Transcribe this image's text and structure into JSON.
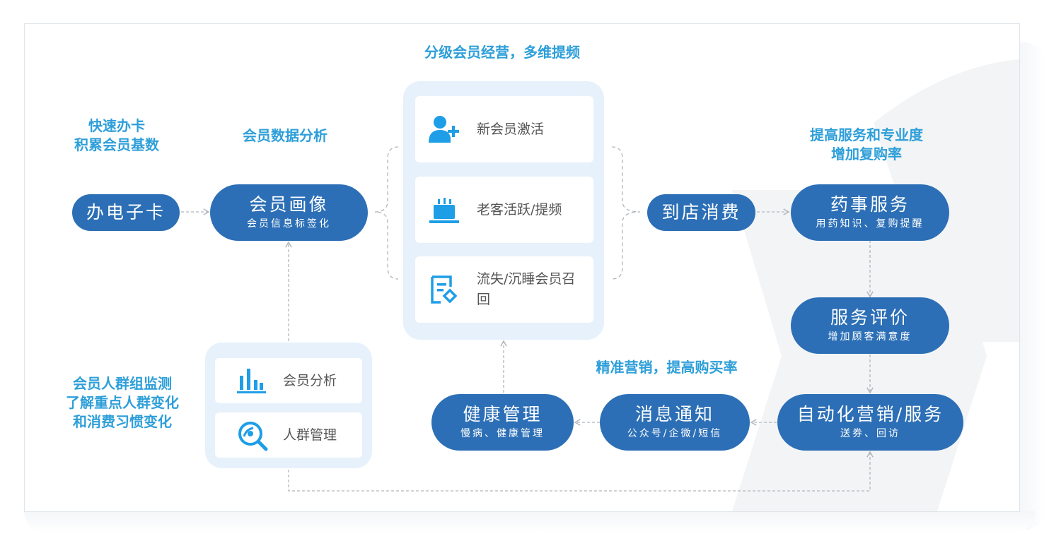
{
  "captions": {
    "quick_card": [
      "快速办卡",
      "积累会员基数"
    ],
    "member_analysis": "会员数据分析",
    "tiered": "分级会员经营，多维提频",
    "improve": [
      "提高服务和专业度",
      "增加复购率"
    ],
    "precise": "精准营销，提高购买率",
    "monitor": [
      "会员人群组监测",
      "了解重点人群变化",
      "和消费习惯变化"
    ]
  },
  "nodes": {
    "e_card": {
      "title": "办电子卡"
    },
    "profile": {
      "title": "会员画像",
      "sub": "会员信息标签化"
    },
    "in_store": {
      "title": "到店消费"
    },
    "pharmacy": {
      "title": "药事服务",
      "sub": "用药知识、复购提醒"
    },
    "review": {
      "title": "服务评价",
      "sub": "增加顾客满意度"
    },
    "automation": {
      "title": "自动化营销/服务",
      "sub": "送券、回访"
    },
    "notify": {
      "title": "消息通知",
      "sub": "公众号/企微/短信"
    },
    "health": {
      "title": "健康管理",
      "sub": "慢病、健康管理"
    }
  },
  "segments": [
    {
      "label": "新会员激活",
      "icon": "add-user-icon"
    },
    {
      "label": "老客活跃/提频",
      "icon": "cake-icon"
    },
    {
      "label": "流失/沉睡会员召回",
      "icon": "recall-form-icon"
    }
  ],
  "analysis": [
    {
      "label": "会员分析",
      "icon": "bar-chart-icon"
    },
    {
      "label": "人群管理",
      "icon": "group-search-icon"
    }
  ],
  "colors": {
    "node_fill": "#2c6fb6",
    "caption": "#2e9fd9",
    "icon": "#1e9ee6",
    "panel": "#e6f1fb",
    "connector": "#b0b6bc"
  }
}
